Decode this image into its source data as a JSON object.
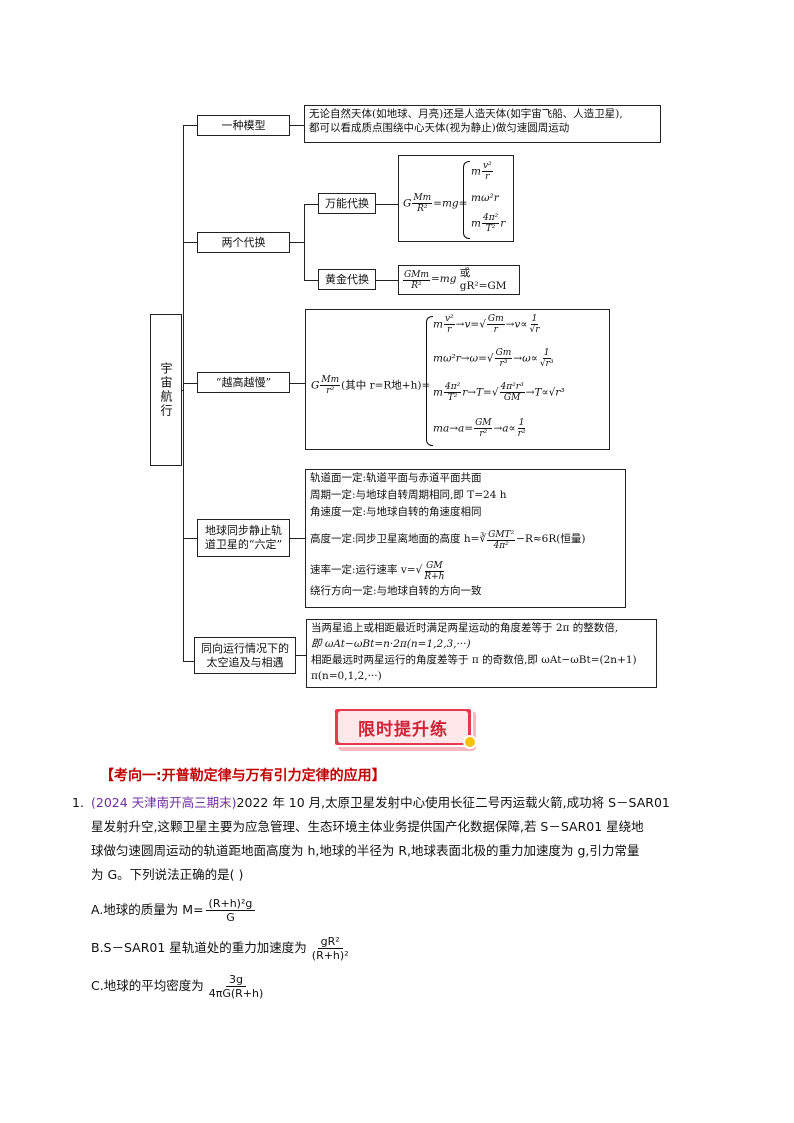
{
  "map": {
    "root": "宇宙航行",
    "n1": "一种模型",
    "n1_desc": [
      "无论自然天体(如地球、月亮)还是人造天体(如宇宙飞船、人造卫星),",
      "都可以看成质点围绕中心天体(视为静止)做匀速圆周运动"
    ],
    "n2": "两个代换",
    "n2a": "万能代换",
    "n2b": "黄金代换",
    "n2b_or": "或 gR²=GM",
    "n3": "“越高越慢”",
    "n3_mid": "(其中 r=R地+h)=",
    "n4": [
      "地球同步静止轨",
      "道卫星的“六定”"
    ],
    "n4_lines": [
      "轨道面一定:轨道平面与赤道平面共面",
      "周期一定:与地球自转周期相同,即 T=24 h",
      "角速度一定:与地球自转的角速度相同",
      "高度一定:同步卫星离地面的高度 h=",
      "−R≈6R(恒量)",
      "速率一定:运行速率 v=",
      "绕行方向一定:与地球自转的方向一致"
    ],
    "n5": [
      "同向运行情况下的",
      "太空追及与相遇"
    ],
    "n5_lines": [
      "当两星追上或相距最近时满足两星运动的角度差等于 2π 的整数倍,",
      "即 ωAt−ωBt=n·2π(n=1,2,3,···)",
      "相距最远时两星运行的角度差等于 π 的奇数倍,即 ωAt−ωBt=(2n+1)",
      "π(n=0,1,2,···)"
    ]
  },
  "banner": "限时提升练",
  "section": "【考向一:开普勒定律与万有引力定律的应用】",
  "question": {
    "num": "1.",
    "source": "(2024 天津南开高三期末)",
    "lines": [
      "2022 年 10 月,太原卫星发射中心使用长征二号丙运载火箭,成功将 S－SAR01",
      "星发射升空,这颗卫星主要为应急管理、生态环境主体业务提供国产化数据保障,若 S－SAR01 星绕地",
      "球做匀速圆周运动的轨道距地面高度为 h,地球的半径为 R,地球表面北极的重力加速度为 g,引力常量",
      "为 G。下列说法正确的是(      )"
    ],
    "options": [
      {
        "prefix": "A.地球的质量为 M=",
        "num": "(R+h)²g",
        "den": "G"
      },
      {
        "prefix": "B.S－SAR01 星轨道处的重力加速度为",
        "num": "gR²",
        "den": "(R+h)²"
      },
      {
        "prefix": "C.地球的平均密度为",
        "num": "3g",
        "den": "4πG(R+h)"
      }
    ]
  },
  "colors": {
    "section": "#c00000",
    "source": "#7030a0",
    "banner": "#e8394e"
  }
}
